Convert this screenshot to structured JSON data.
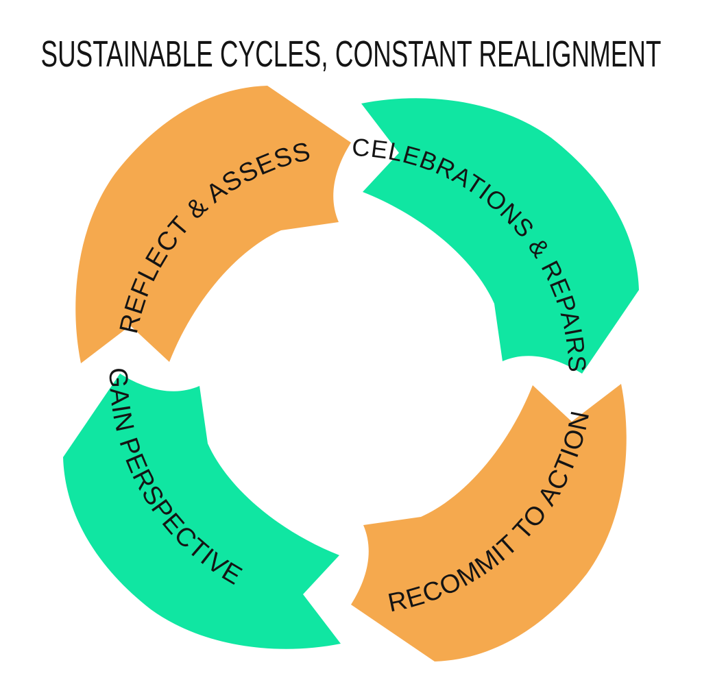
{
  "title": "SUSTAINABLE CYCLES, CONSTANT REALIGNMENT",
  "colors": {
    "orange": "#F5A94E",
    "green": "#10E6A2",
    "label_text": "#141414",
    "title_text": "#141414",
    "background": "#FFFFFF"
  },
  "cycle": {
    "type": "cycle-diagram",
    "direction": "clockwise",
    "steps": [
      {
        "label": "REFLECT & ASSESS",
        "color": "#F5A94E",
        "position": "top-left"
      },
      {
        "label": "CELEBRATIONS & REPAIRS",
        "color": "#10E6A2",
        "position": "top-right"
      },
      {
        "label": "RECOMMIT TO ACTION",
        "color": "#F5A94E",
        "position": "bottom-right"
      },
      {
        "label": "GAIN PERSPECTIVE",
        "color": "#10E6A2",
        "position": "bottom-left"
      }
    ]
  }
}
